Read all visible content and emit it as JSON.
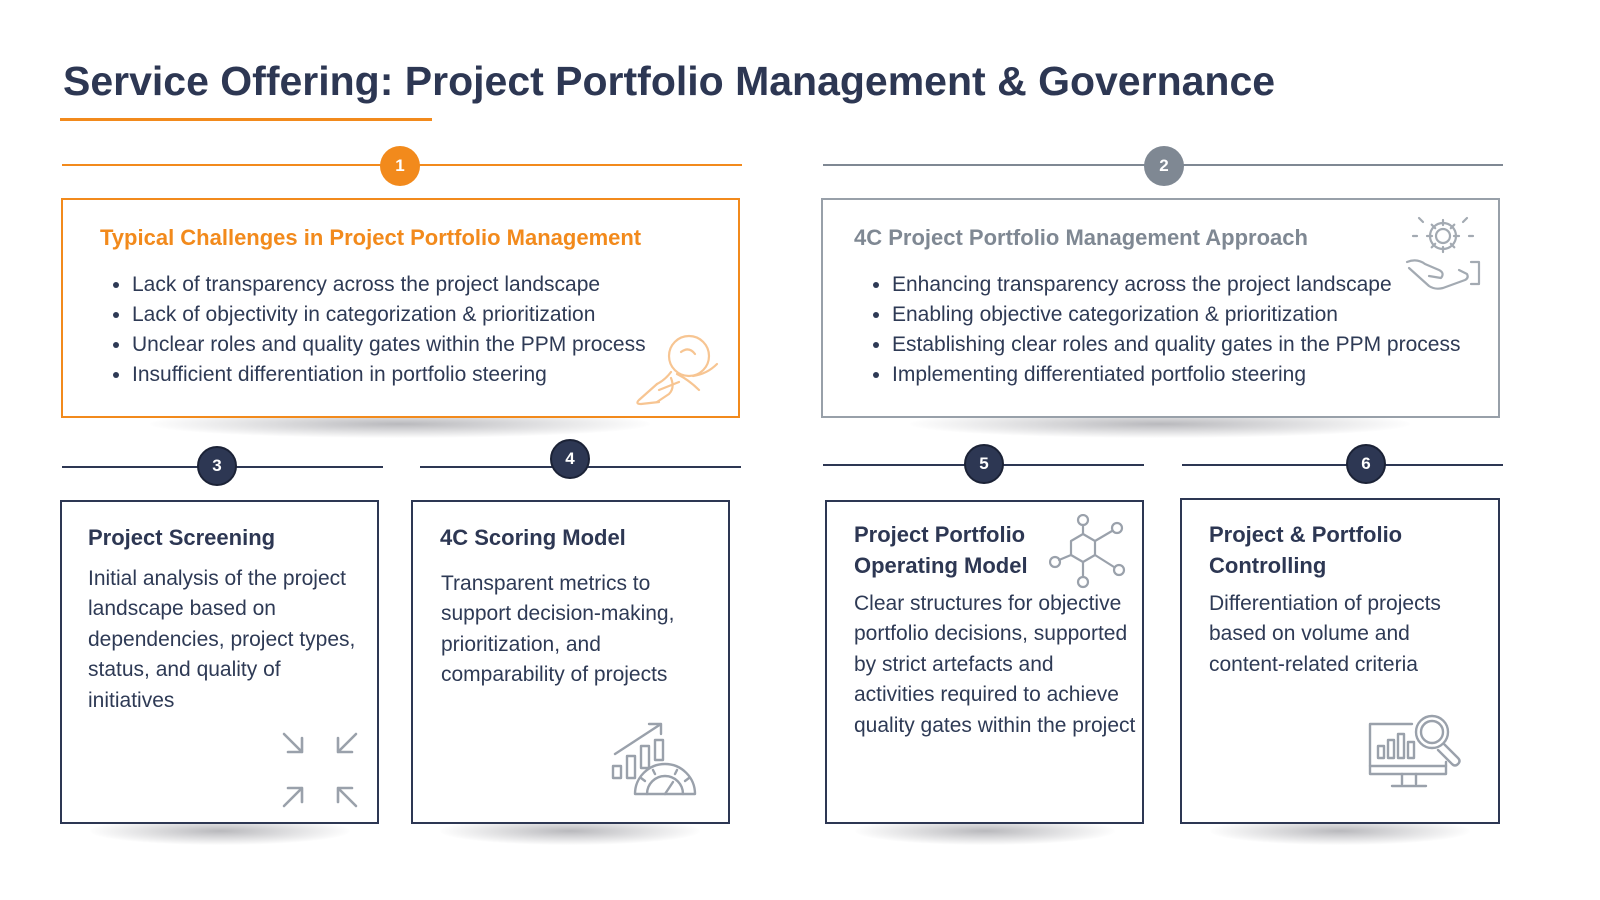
{
  "title": "Service Offering: Project Portfolio Management & Governance",
  "colors": {
    "orange": "#f28a1c",
    "gray": "#7f8893",
    "navy": "#2d3753"
  },
  "panels": [
    {
      "number": "1",
      "heading": "Typical Challenges in Project Portfolio Management",
      "bullets": [
        "Lack of transparency across the project landscape",
        "Lack of objectivity in categorization & prioritization",
        "Unclear roles and quality gates within the PPM process",
        "Insufficient differentiation in portfolio steering"
      ],
      "icon": "person-pushing-boulder-icon"
    },
    {
      "number": "2",
      "heading": "4C Project Portfolio Management Approach",
      "bullets": [
        "Enhancing transparency across the project landscape",
        "Enabling objective categorization & prioritization",
        "Establishing clear roles and quality gates in the PPM process",
        "Implementing differentiated portfolio steering"
      ],
      "icon": "hand-gear-icon"
    }
  ],
  "cards": [
    {
      "number": "3",
      "heading": "Project Screening",
      "text": "Initial analysis of the project landscape based on dependencies, project types, status, and quality of initiatives",
      "icon": "collapse-arrows-icon"
    },
    {
      "number": "4",
      "heading": "4C Scoring Model",
      "text": "Transparent metrics to support decision-making, prioritization, and comparability of projects",
      "icon": "chart-gauge-icon"
    },
    {
      "number": "5",
      "heading_line1": "Project Portfolio",
      "heading_line2": "Operating Model",
      "text": "Clear structures for objective portfolio decisions, supported by strict artefacts and activities required to achieve quality gates within the project",
      "icon": "hexagon-network-icon"
    },
    {
      "number": "6",
      "heading_line1": "Project & Portfolio",
      "heading_line2": "Controlling",
      "text": "Differentiation of projects based on volume and content-related criteria",
      "icon": "monitor-magnifier-icon"
    }
  ]
}
